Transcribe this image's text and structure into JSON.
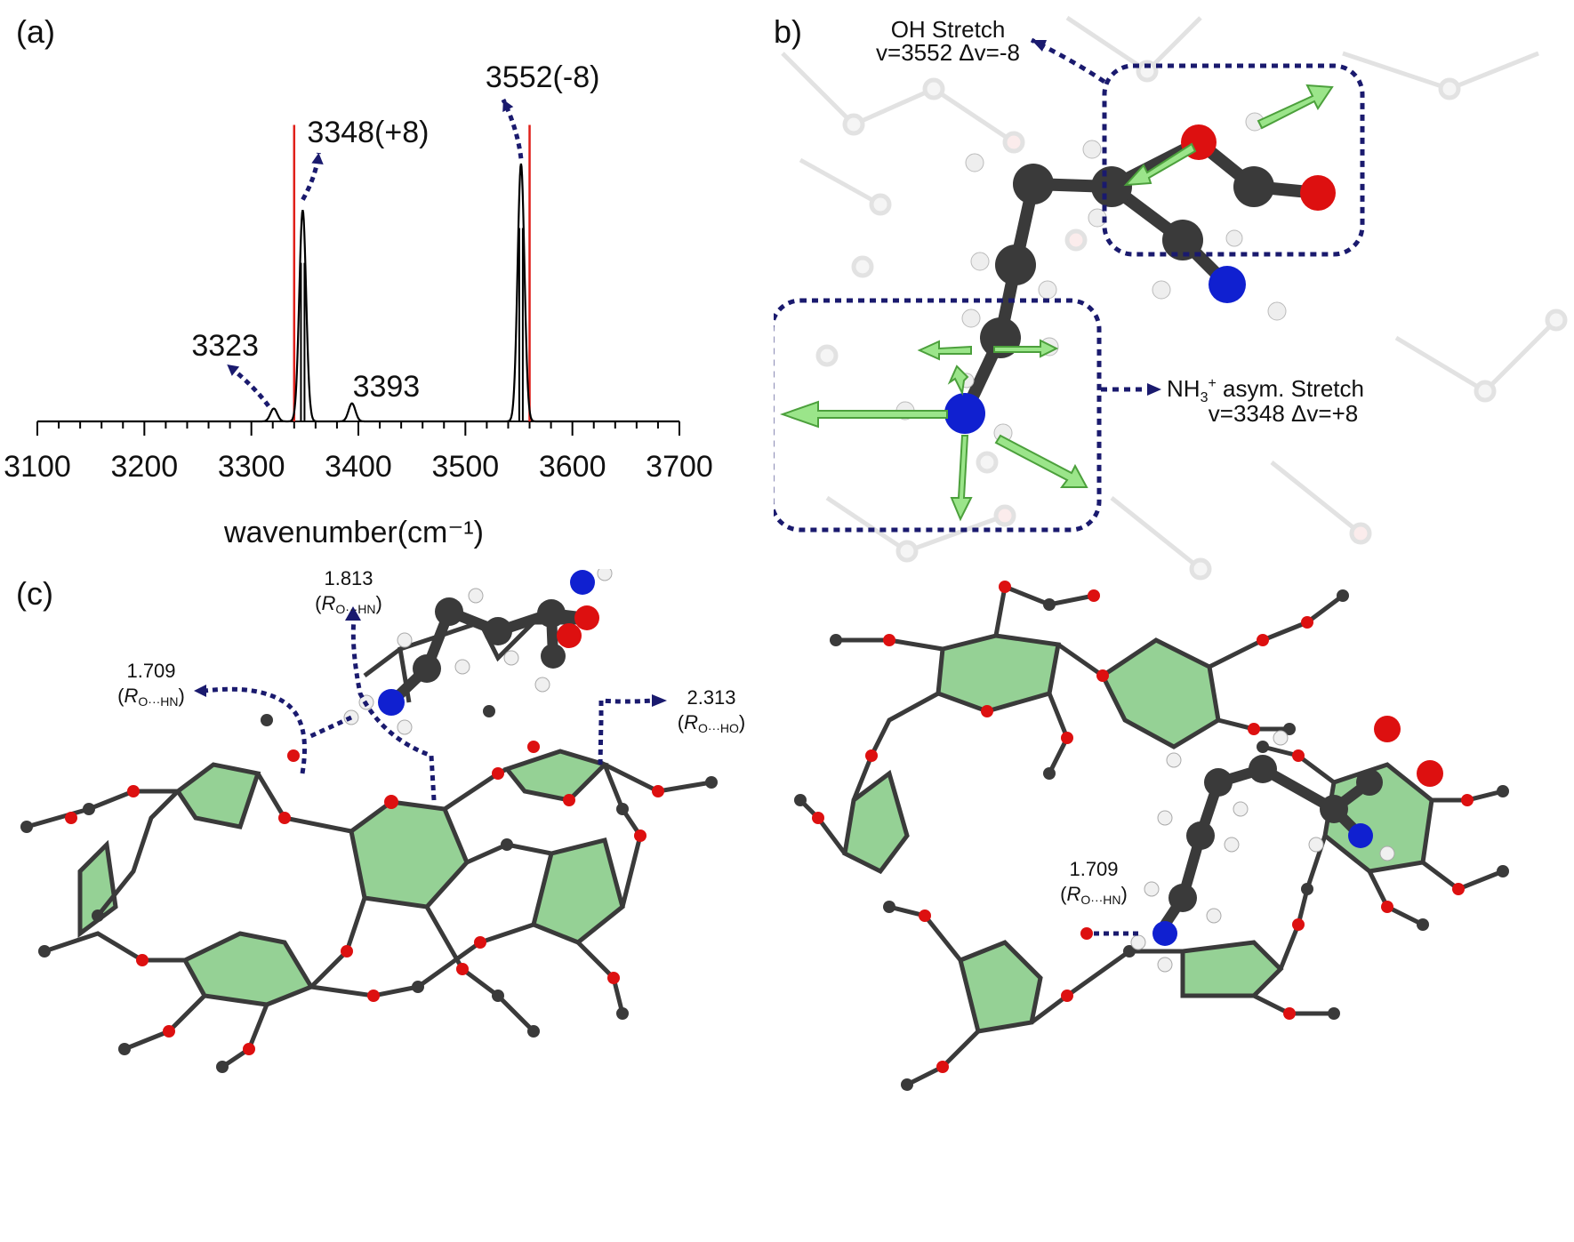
{
  "figure": {
    "panel_a_label": "(a)",
    "panel_b_label": "(b)",
    "panel_c_label": "(c)"
  },
  "chart_data": {
    "type": "line",
    "xlabel": "wavenumber(cm⁻¹)",
    "xlim": [
      3100,
      3700
    ],
    "xticks": [
      3100,
      3200,
      3300,
      3400,
      3500,
      3600,
      3700
    ],
    "grid": false,
    "series": [
      {
        "style": "black",
        "peaks": [
          {
            "center": 3321,
            "height": 0.05
          },
          {
            "center": 3348,
            "height": 0.82
          },
          {
            "center": 3394,
            "height": 0.07
          },
          {
            "center": 3552,
            "height": 1.0
          }
        ]
      },
      {
        "style": "red",
        "sticks": [
          {
            "x": 3340,
            "height": 1.15
          },
          {
            "x": 3560,
            "height": 1.15
          }
        ]
      }
    ],
    "annotations": [
      {
        "text": "3552(-8)",
        "x": 3552
      },
      {
        "text": "3348(+8)",
        "x": 3348
      },
      {
        "text": "3323",
        "x": 3323
      },
      {
        "text": "3393",
        "x": 3393
      }
    ]
  },
  "panel_b": {
    "oh_title": "OH Stretch",
    "oh_values": "v=3552 Δv=-8",
    "nh_title_main": "NH",
    "nh_sub": "3",
    "nh_sup": "+",
    "nh_title_rest": " asym. Stretch",
    "nh_values": "v=3348 Δv=+8"
  },
  "panel_c": {
    "d1_value": "1.813",
    "d1_label": "O···HN",
    "d2_value": "1.709",
    "d2_label": "O···HN",
    "d3_value": "2.313",
    "d3_label": "O···HO",
    "d4_value": "1.709",
    "d4_label": "O···HN",
    "r_symbol": "R",
    "paren_open": "(",
    "paren_close": ")"
  },
  "colors": {
    "spectrum": "#000000",
    "sticks": "#e0201a",
    "arrow": "#1a1a6e",
    "carbon": "#3a3a3a",
    "oxygen": "#dd1010",
    "nitrogen": "#1020d0",
    "hydrogen": "#f0f0f0",
    "ring": "#5cb85c"
  }
}
